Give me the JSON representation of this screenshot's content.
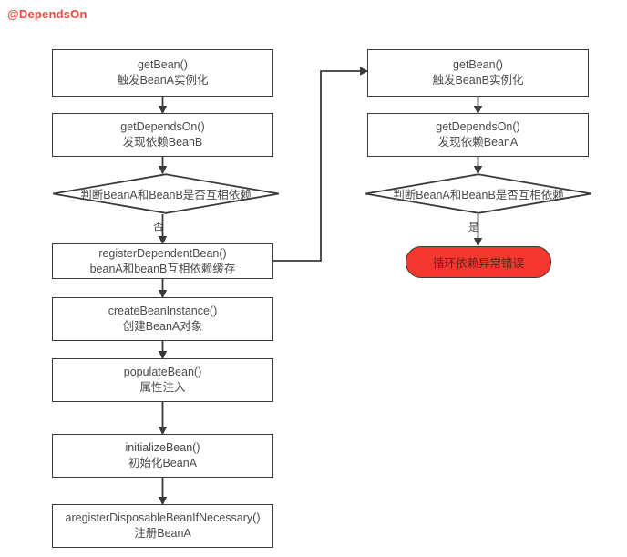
{
  "diagram": {
    "title": "@DependsOn",
    "title_color": "#f0483c",
    "background": "#ffffff",
    "node_border_color": "#3a3a3a",
    "node_text_color": "#4a4a4a",
    "error_fill_color": "#f4382f",
    "left_branch": {
      "nodes": [
        {
          "id": "left-getbean",
          "line1": "getBean()",
          "line2": "触发BeanA实例化"
        },
        {
          "id": "left-getdependson",
          "line1": "getDependsOn()",
          "line2": "发现依赖BeanB"
        },
        {
          "id": "left-register",
          "line1": "registerDependentBean()",
          "line2": "beanA和beanB互相依赖缓存"
        },
        {
          "id": "left-createbeaninstance",
          "line1": "createBeanInstance()",
          "line2": "创建BeanA对象"
        },
        {
          "id": "left-populatebean",
          "line1": "populateBean()",
          "line2": "属性注入"
        },
        {
          "id": "left-initializebean",
          "line1": "initializeBean()",
          "line2": "初始化BeanA"
        },
        {
          "id": "left-registerdisposable",
          "line1": "aregisterDisposableBeanIfNecessary()",
          "line2": "注册BeanA"
        }
      ],
      "decision": {
        "id": "left-decision",
        "text": "判断BeanA和BeanB是否互相依赖",
        "branch_label": "否"
      }
    },
    "right_branch": {
      "nodes": [
        {
          "id": "right-getbean",
          "line1": "getBean()",
          "line2": "触发BeanB实例化"
        },
        {
          "id": "right-getdependson",
          "line1": "getDependsOn()",
          "line2": "发现依赖BeanA"
        }
      ],
      "decision": {
        "id": "right-decision",
        "text": "判断BeanA和BeanB是否互相依赖",
        "branch_label": "是"
      },
      "error": {
        "id": "right-error",
        "text": "循环依赖异常错误"
      }
    }
  }
}
